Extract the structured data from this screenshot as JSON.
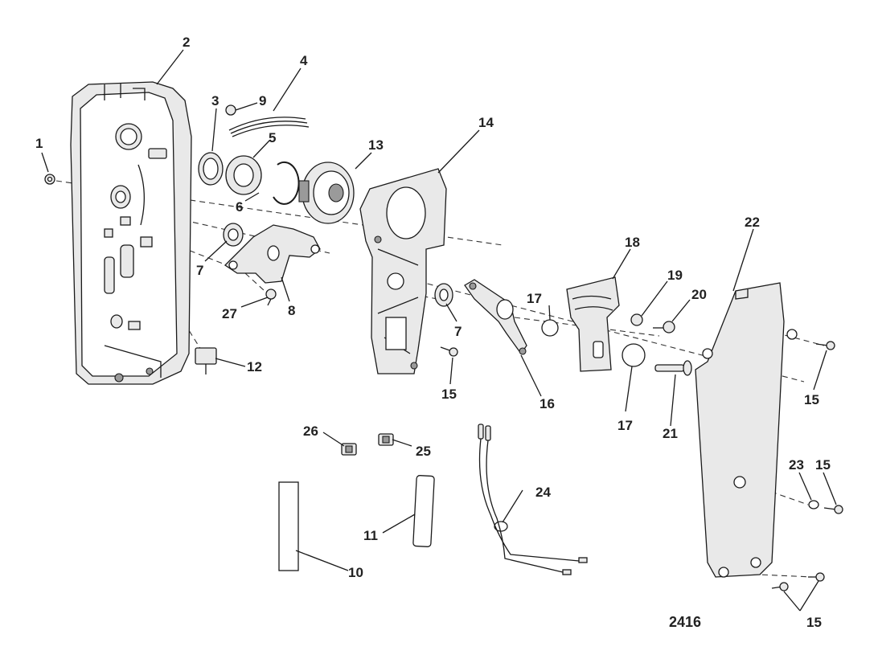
{
  "diagram": {
    "figure_number": "2416",
    "callouts": {
      "c1": "1",
      "c2": "2",
      "c3": "3",
      "c4": "4",
      "c5": "5",
      "c6": "6",
      "c7a": "7",
      "c7b": "7",
      "c8": "8",
      "c9": "9",
      "c10": "10",
      "c11": "11",
      "c12": "12",
      "c13": "13",
      "c14": "14",
      "c15a": "15",
      "c15b": "15",
      "c15c": "15",
      "c15d": "15",
      "c16": "16",
      "c17a": "17",
      "c17b": "17",
      "c18": "18",
      "c19": "19",
      "c20": "20",
      "c21": "21",
      "c22": "22",
      "c23": "23",
      "c24": "24",
      "c25": "25",
      "c26": "26",
      "c27": "27"
    }
  }
}
